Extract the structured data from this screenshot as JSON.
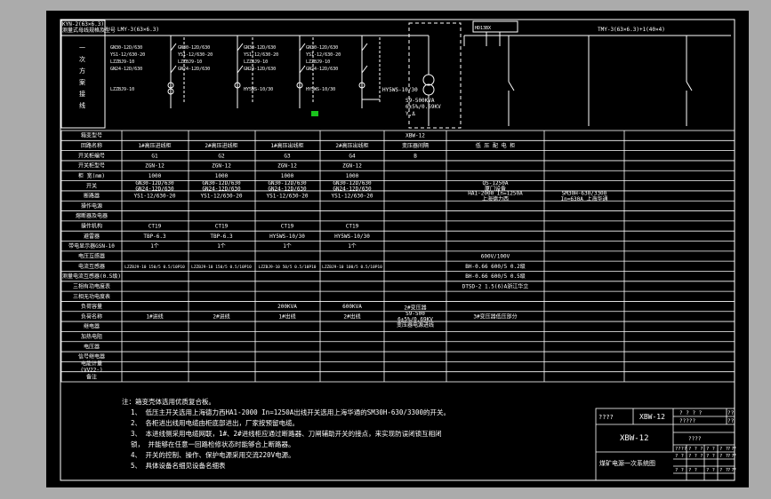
{
  "diagram": {
    "top_left_label_1": "KYN-2(63×6.3)",
    "top_left_label_2": "测量式母线规格及型号",
    "bus_label": "LMY-3(63×6.3)",
    "side_label": "一次方案接线",
    "right_bus_label": "TMY-3(63×6.3)+1(40×4)",
    "right_top_box": "HD13BX",
    "transformer_label_1": "S9-500KVA",
    "transformer_label_2": "6±5%/0.69KV",
    "transformer_label_3": "Y,Δ",
    "arrester_label": "HY5WS-10/30",
    "feeders": [
      {
        "l1": "GN30-12D/630",
        "l2": "YS1-12/630-20",
        "l3": "LZZBJ9-10",
        "l4": "GN24-12D/630",
        "l5": "LZZBJ9-10"
      },
      {
        "l1": "GN30-12D/630",
        "l2": "YS1-12/630-20",
        "l3": "LZZBJ9-10",
        "l4": "GN24-12D/630"
      },
      {
        "l1": "GN30-12D/630",
        "l2": "YS1-12/630-20",
        "l3": "LZZBJ9-10",
        "l4": "GN24-12D/630",
        "l5": "HY5WS-10/30"
      },
      {
        "l1": "GN30-12D/630",
        "l2": "YS1-12/630-20",
        "l3": "LZZBJ9-10",
        "l4": "GN24-12D/630",
        "l5": "HY5WS-10/30"
      }
    ]
  },
  "table": {
    "header_number": "XBW-12",
    "rows": [
      {
        "label": "箱变型号",
        "cells": [
          "",
          "",
          "",
          "",
          "XBW-12",
          "",
          ""
        ]
      },
      {
        "label": "回路名称",
        "cells": [
          "1#高压进线柜",
          "2#高压进线柜",
          "1#高压出线柜",
          "2#高压出线柜",
          "变压器间隔",
          "低 压 配 电 柜",
          ""
        ]
      },
      {
        "label": "开关柜编号",
        "cells": [
          "G1",
          "G2",
          "G3",
          "G4",
          "B",
          "",
          ""
        ]
      },
      {
        "label": "开关柜型号",
        "cells": [
          "ZGN-12",
          "ZGN-12",
          "ZGN-12",
          "ZGN-12",
          "",
          "",
          ""
        ]
      },
      {
        "label": "柜 宽(mm)",
        "cells": [
          "1000",
          "1000",
          "1000",
          "1000",
          "",
          "",
          ""
        ]
      },
      {
        "label": "开关",
        "cells": [
          "GN30-12D/630\nGN24-12D/630",
          "GN30-12D/630\nGN24-12D/630",
          "GN30-12D/630\nGN24-12D/630",
          "GN30-12D/630\nGN24-12D/630",
          "",
          "QS-1250A\n厦门设备",
          ""
        ]
      },
      {
        "label": "断路器",
        "cells": [
          "YS1-12/630-20",
          "YS1-12/630-20",
          "YS1-12/630-20",
          "YS1-12/630-20",
          "",
          "HA1-2000 In=1250A\n上海德力西",
          "SM30H-630/3300\nIn=630A 上海华通"
        ]
      },
      {
        "label": "操作电源",
        "cells": [
          "",
          "",
          "",
          "",
          "",
          "",
          ""
        ]
      },
      {
        "label": "熔断器及电器",
        "cells": [
          "",
          "",
          "",
          "",
          "",
          "",
          ""
        ]
      },
      {
        "label": "操作机构",
        "cells": [
          "CT19",
          "CT19",
          "CT19",
          "CT19",
          "",
          "",
          ""
        ]
      },
      {
        "label": "避雷器",
        "cells": [
          "TBP-6.3",
          "TBP-6.3",
          "HY5WS-10/30",
          "HY5WS-10/30",
          "",
          "",
          ""
        ]
      },
      {
        "label": "带电显示器GSN-10",
        "cells": [
          "1个",
          "1个",
          "1个",
          "1个",
          "",
          "",
          ""
        ]
      },
      {
        "label": "电压互感器",
        "cells": [
          "",
          "",
          "",
          "",
          "",
          "600V/100V",
          ""
        ]
      },
      {
        "label": "电流互感器",
        "cells": [
          "LZZBJ9-10 150/5 0.5/10P10",
          "LZZBJ9-10 150/5 0.5/10P10",
          "LZZBJ9-10 50/5 0.5/10P10",
          "LZZBJ9-10 100/5 0.5/10P10",
          "",
          "BH-0.66 600/5 0.2级",
          ""
        ]
      },
      {
        "label": "测量电流互感器(0.5级)",
        "cells": [
          "",
          "",
          "",
          "",
          "",
          "BH-0.66 600/5 0.5级",
          ""
        ]
      },
      {
        "label": "三相有功电度表",
        "cells": [
          "",
          "",
          "",
          "",
          "",
          "DTSD-2 1.5(6)A浙江华立",
          ""
        ]
      },
      {
        "label": "三相无功电度表",
        "cells": [
          "",
          "",
          "",
          "",
          "",
          "",
          ""
        ]
      },
      {
        "label": "负荷容量",
        "cells": [
          "",
          "",
          "200KVA",
          "600KVA",
          "",
          "",
          ""
        ]
      },
      {
        "label": "负荷名称",
        "cells": [
          "1#进线",
          "2#进线",
          "1#出线",
          "2#出线",
          "2#变压器\nS9-500\n6±5%/0.69KV\n变压器电源进线",
          "3#变压器低压部分",
          ""
        ]
      },
      {
        "label": "继电器",
        "cells": [
          "",
          "",
          "",
          "",
          "",
          "",
          ""
        ]
      },
      {
        "label": "加热电阻",
        "cells": [
          "",
          "",
          "",
          "",
          "",
          "",
          ""
        ]
      },
      {
        "label": "电压器",
        "cells": [
          "",
          "",
          "",
          "",
          "",
          "",
          ""
        ]
      },
      {
        "label": "信号继电器",
        "cells": [
          "",
          "",
          "",
          "",
          "",
          "",
          ""
        ]
      },
      {
        "label": "电能计量\n(VV22-)",
        "cells": [
          "",
          "",
          "",
          "",
          "",
          "",
          ""
        ]
      },
      {
        "label": "备注",
        "cells": [
          "",
          "",
          "",
          "",
          "",
          "",
          ""
        ]
      }
    ]
  },
  "notes": {
    "title": "注：箱变壳体选用优质复合板。",
    "items": [
      "1、 低压主开关选用上海德力西HA1-2000 In=1250A出线开关选用上海华通的SM30H-630/3300的开关。",
      "2、 各柜进出线用电缆由柜底部进出，厂家按预留电缆。",
      "3、 本进线侧采用电缆网联，1#、2#进线柜应通过断路器、刀闸辅助开关的接点，来实现防误闭锁互相闭",
      "     锁，     并能够在任意一回路检修状态时能够合上断路器。",
      "4、 开关的控制、操作、保护电源采用交流220V电源。",
      "5、 具体设备名细见设备名细表"
    ]
  },
  "title_block": {
    "cell_a": "????",
    "drawing_no": "XBW-12",
    "cell_b": "? ? ? ?",
    "cell_c": "??",
    "cell_d": "?????",
    "cell_e": "??",
    "center": "XBW-12",
    "cell_f": "????",
    "row_q": [
      "????",
      "? ? ?",
      "? ?",
      "? ? ?",
      "? ?"
    ],
    "row_q2": [
      "? ?",
      "? ? ?",
      "? ?",
      "? ? ?",
      "? ?"
    ],
    "drawing_title": "煤矿电源一次系统图",
    "row_q3": [
      "? ?",
      "? ?",
      "? ?",
      "? ? ?",
      "? ?"
    ]
  }
}
